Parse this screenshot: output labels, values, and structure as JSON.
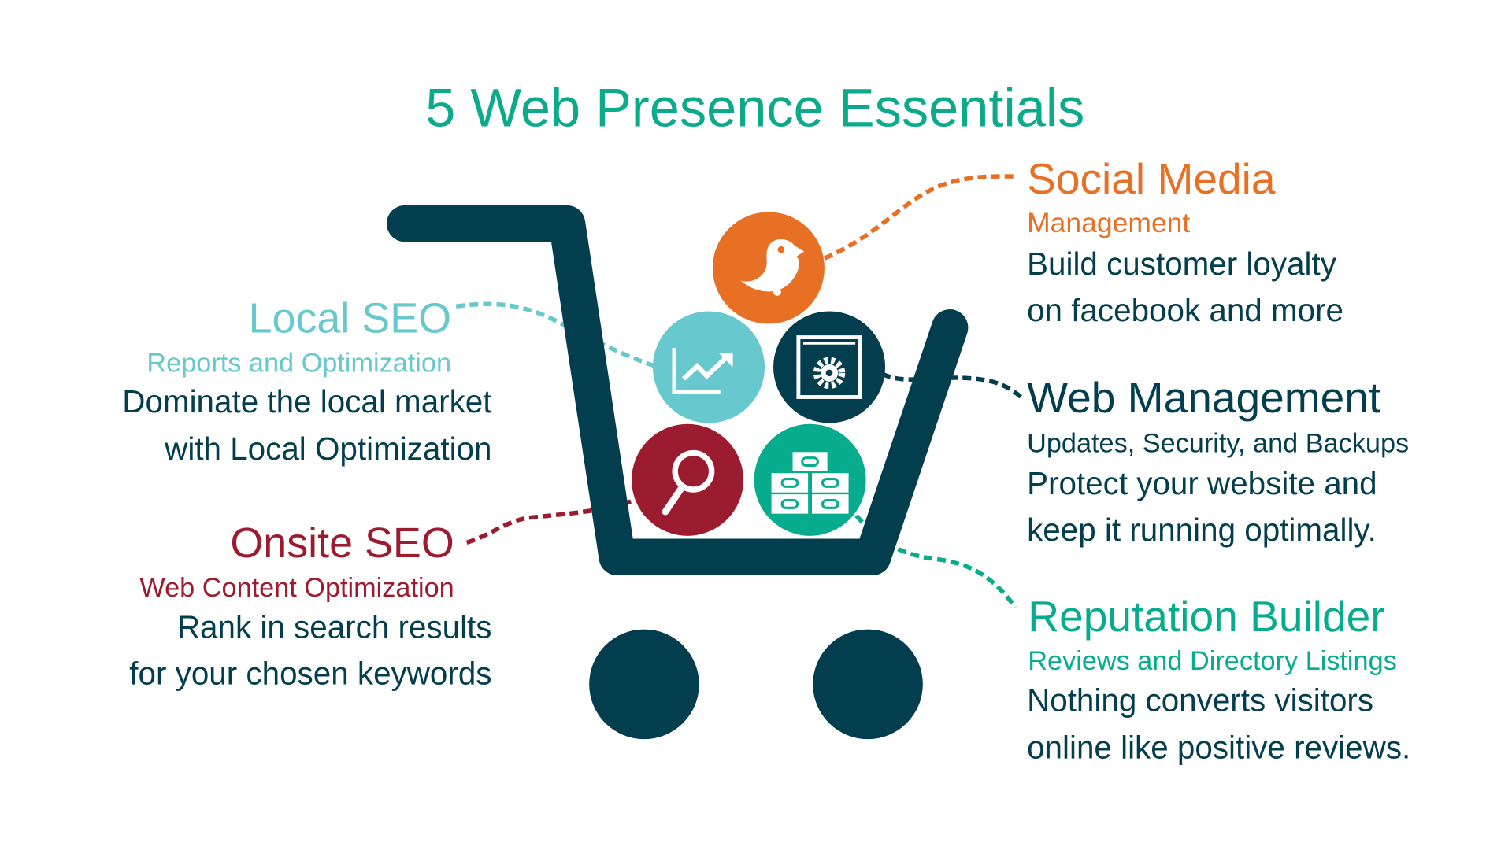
{
  "title": "5 Web Presence Essentials",
  "colors": {
    "title": "#0AAA8B",
    "social": "#E87024",
    "local": "#67C8CE",
    "web": "#033E4E",
    "onsite": "#9B1C2F",
    "reputation": "#06AC8D",
    "body": "#033E4E"
  },
  "items": {
    "social": {
      "heading": "Social Media",
      "sub": "Management",
      "line1": "Build customer loyalty",
      "line2": "on facebook and more",
      "icon": "bird-icon"
    },
    "web": {
      "heading": "Web Management",
      "sub": "Updates, Security, and Backups",
      "line1": "Protect your website and",
      "line2": "keep it running optimally.",
      "icon": "browser-gear-icon"
    },
    "reputation": {
      "heading": "Reputation Builder",
      "sub": "Reviews and Directory Listings",
      "line1": "Nothing converts visitors",
      "line2": "online like positive reviews.",
      "icon": "link-bricks-icon"
    },
    "local": {
      "heading": "Local SEO",
      "sub": "Reports and Optimization",
      "line1": "Dominate the local market",
      "line2": "with Local Optimization",
      "icon": "trend-chart-icon"
    },
    "onsite": {
      "heading": "Onsite SEO",
      "sub": "Web Content Optimization",
      "line1": "Rank in search results",
      "line2": "for your chosen keywords",
      "icon": "magnifier-icon"
    }
  }
}
